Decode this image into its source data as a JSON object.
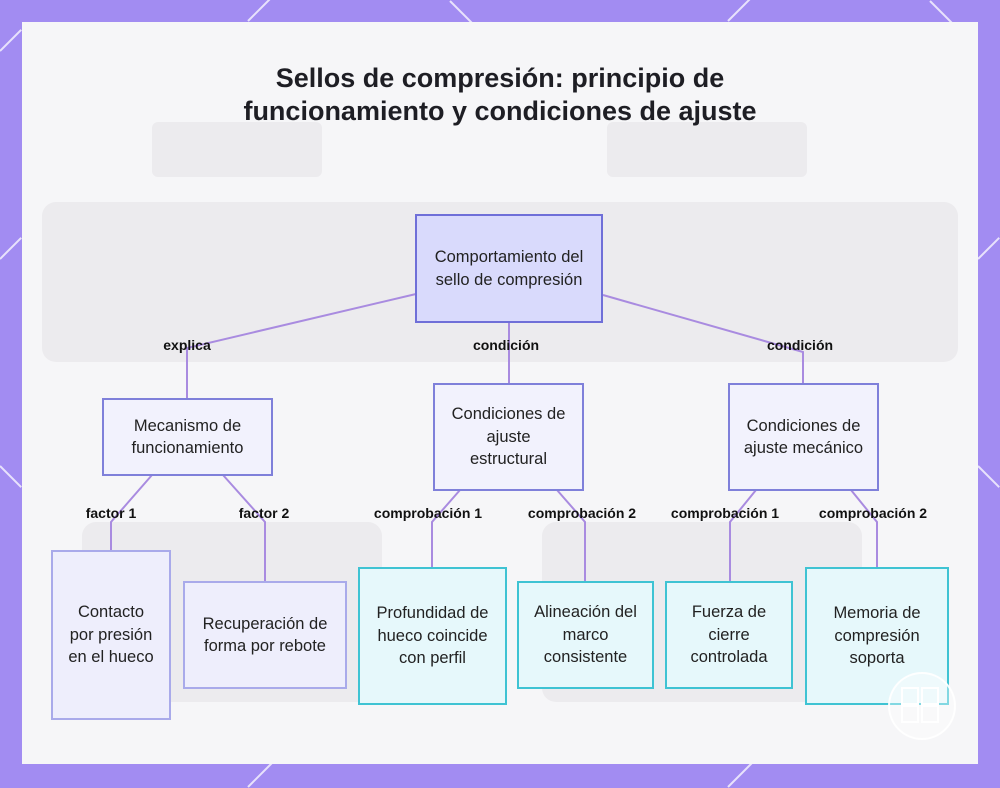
{
  "title": "Sellos de compresión: principio de funcionamiento y condiciones de ajuste",
  "nodes": {
    "root": "Comportamiento del sello de compresión",
    "mechanism": "Mecanismo de funcionamiento",
    "structural": "Condiciones de ajuste estructural",
    "mechanical": "Condiciones de ajuste mecánico",
    "contact": "Contacto por presión en el hueco",
    "recovery": "Recuperación de forma por rebote",
    "depth": "Profundidad de hueco coincide con perfil",
    "alignment": "Alineación del marco consistente",
    "force": "Fuerza de cierre controlada",
    "memory": "Memoria de compresión soporta"
  },
  "edges": {
    "explica": "explica",
    "condicion_structural": "condición",
    "condicion_mechanical": "condición",
    "factor1": "factor 1",
    "factor2": "factor 2",
    "comp1_structural": "comprobación 1",
    "comp2_structural": "comprobación 2",
    "comp1_mechanical": "comprobación 1",
    "comp2_mechanical": "comprobación 2"
  },
  "colors": {
    "frame": "#a28cf2",
    "edge": "#a98be0",
    "root_fill": "#d9dafc",
    "leaf_cyan_border": "#3fc3d3"
  }
}
